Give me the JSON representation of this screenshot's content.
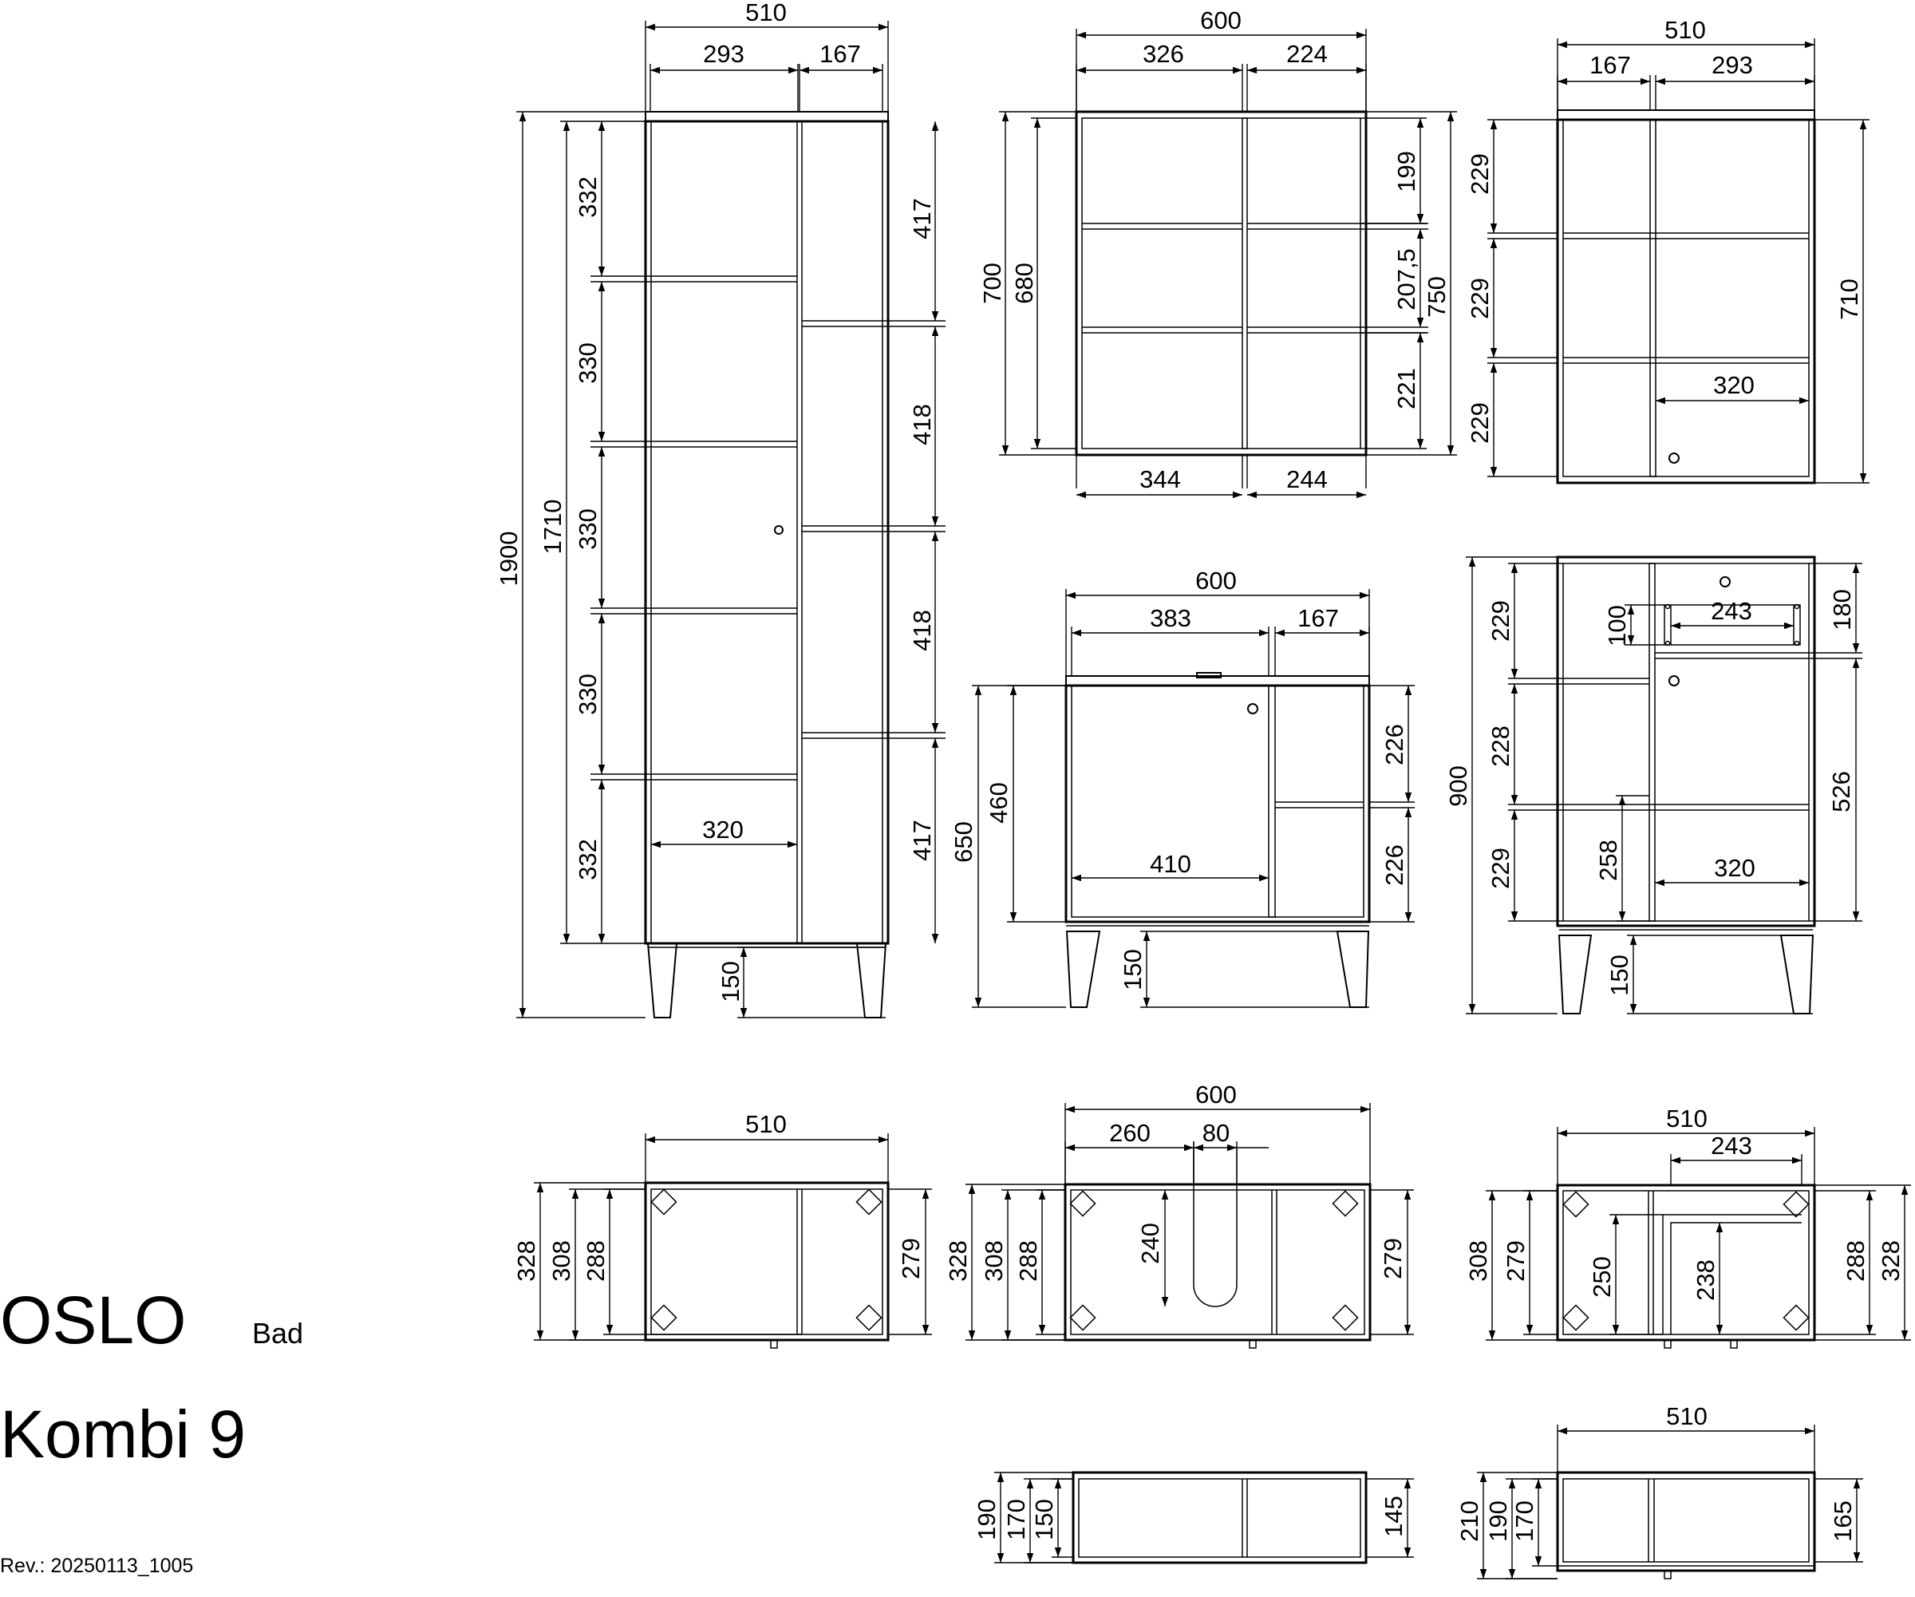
{
  "title": {
    "name": "OSLO",
    "category": "Bad",
    "model": "Kombi 9",
    "revision": "Rev.: 20250113_1005"
  },
  "views": {
    "tall_cabinet": {
      "width": "510",
      "left_width": "293",
      "right_width": "167",
      "total_height": "1900",
      "body_height": "1710",
      "leg_height": "150",
      "left_shelves": [
        "332",
        "330",
        "330",
        "330",
        "332"
      ],
      "right_shelves": [
        "417",
        "418",
        "418",
        "417"
      ],
      "inner_width": "320"
    },
    "wall_cabinet_wide": {
      "width": "600",
      "left_width": "326",
      "right_width": "224",
      "height_outer": "700",
      "height_inner": "680",
      "shelf_heights": [
        "199",
        "207,5",
        "221"
      ],
      "side_height": "750",
      "bottom_left": "344",
      "bottom_right": "244"
    },
    "wall_cabinet_narrow": {
      "width": "510",
      "left_width": "167",
      "right_width": "293",
      "left_shelves": [
        "229",
        "229",
        "229"
      ],
      "height": "710",
      "inner_width": "320"
    },
    "sink_base": {
      "width": "600",
      "left_width": "383",
      "right_width": "167",
      "height": "650",
      "door_height": "460",
      "inner_width": "410",
      "right_shelves": [
        "226",
        "226"
      ],
      "leg_height": "150"
    },
    "mid_cabinet": {
      "height": "900",
      "drawer_width": "243",
      "drawer_height": "100",
      "drawer_front": "180",
      "left_shelves": [
        "229",
        "228",
        "229"
      ],
      "door_height": "526",
      "shelf_height": "258",
      "inner_width": "320",
      "leg_height": "150"
    },
    "top_tall": {
      "width": "510",
      "depths": [
        "328",
        "308",
        "288"
      ],
      "right_depth": "279"
    },
    "top_sink": {
      "width": "600",
      "left_part": "260",
      "cutout": "80",
      "cutout_depth": "240",
      "depths": [
        "328",
        "308",
        "288"
      ],
      "right_depth": "279"
    },
    "top_mid": {
      "width": "510",
      "drawer_width": "243",
      "depths_left": [
        "308",
        "279"
      ],
      "inner_250": "250",
      "inner_238": "238",
      "depths_right": [
        "288",
        "328"
      ]
    },
    "top_wall_wide": {
      "depths": [
        "190",
        "170",
        "150"
      ],
      "right_depth": "145"
    },
    "top_wall_narrow": {
      "width": "510",
      "depths": [
        "210",
        "190",
        "170"
      ],
      "right_depth": "165"
    }
  }
}
